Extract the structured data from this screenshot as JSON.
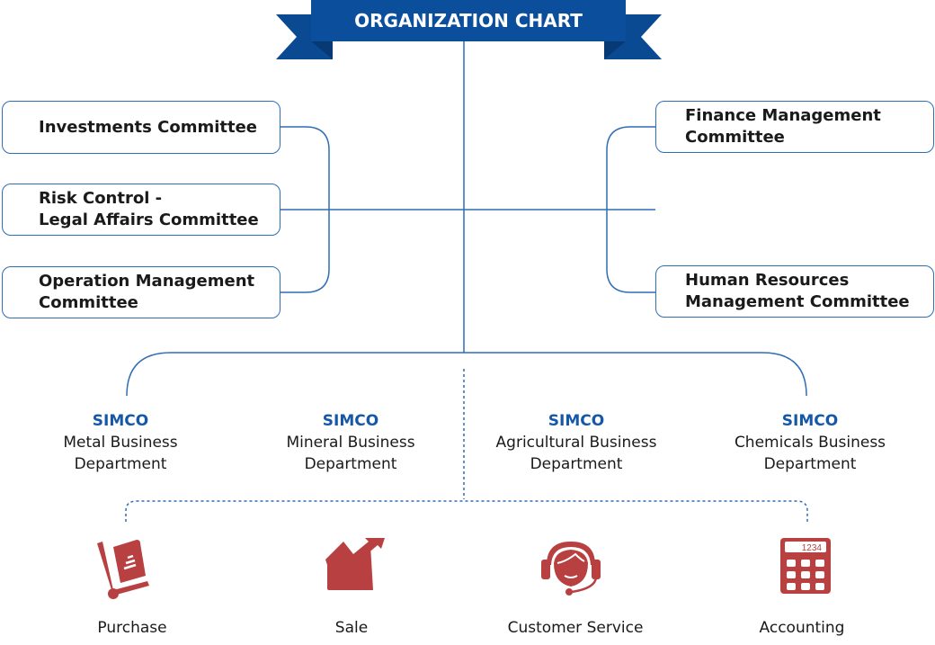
{
  "title": "ORGANIZATION CHART",
  "left_committees": [
    {
      "lines": [
        "Investments Committee"
      ]
    },
    {
      "lines": [
        "Risk Control -",
        "Legal Affairs Committee"
      ]
    },
    {
      "lines": [
        "Operation Management",
        "Committee"
      ]
    }
  ],
  "right_committees": [
    {
      "lines": [
        "Finance Management",
        "Committee"
      ]
    },
    {
      "lines": [
        "Human Resources",
        "Management Committee"
      ]
    }
  ],
  "departments": [
    {
      "brand": "SIMCO",
      "lines": [
        "Metal Business",
        "Department"
      ]
    },
    {
      "brand": "SIMCO",
      "lines": [
        "Mineral Business",
        "Department"
      ]
    },
    {
      "brand": "SIMCO",
      "lines": [
        "Agricultural Business",
        "Department"
      ]
    },
    {
      "brand": "SIMCO",
      "lines": [
        "Chemicals Business",
        "Department"
      ]
    }
  ],
  "functions": [
    {
      "label": "Purchase",
      "icon": "hand-truck-icon"
    },
    {
      "label": "Sale",
      "icon": "rising-chart-icon"
    },
    {
      "label": "Customer Service",
      "icon": "headset-operator-icon"
    },
    {
      "label": "Accounting",
      "icon": "calculator-icon",
      "display": "1234"
    }
  ],
  "colors": {
    "banner": "#0b4f9c",
    "line": "#2f6db5",
    "icon": "#b94040"
  }
}
